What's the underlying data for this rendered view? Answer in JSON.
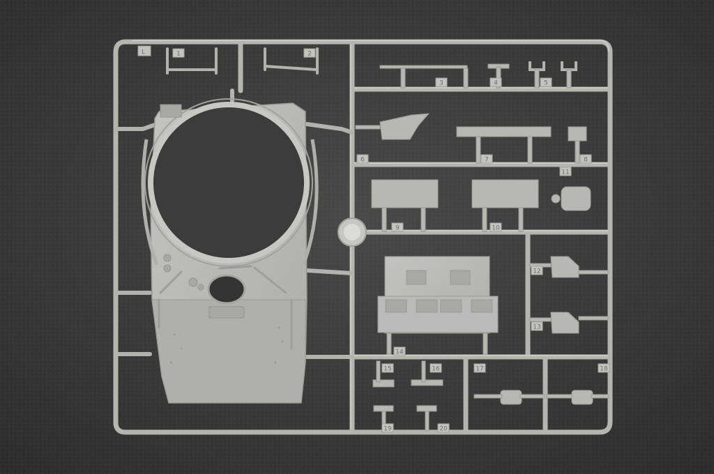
{
  "image": {
    "subject": "plastic-model-sprue",
    "sprue_letter": "L",
    "part_numbers": [
      "1",
      "2",
      "3",
      "4",
      "5",
      "6",
      "7",
      "8",
      "9",
      "10",
      "11",
      "12",
      "13",
      "14",
      "15",
      "16",
      "17",
      "18",
      "19",
      "20"
    ]
  },
  "colors": {
    "background": "#3a3a3a",
    "plastic": "#b9b9b4",
    "plastic_dark": "#9e9e99",
    "plastic_light": "#cfcfca"
  }
}
